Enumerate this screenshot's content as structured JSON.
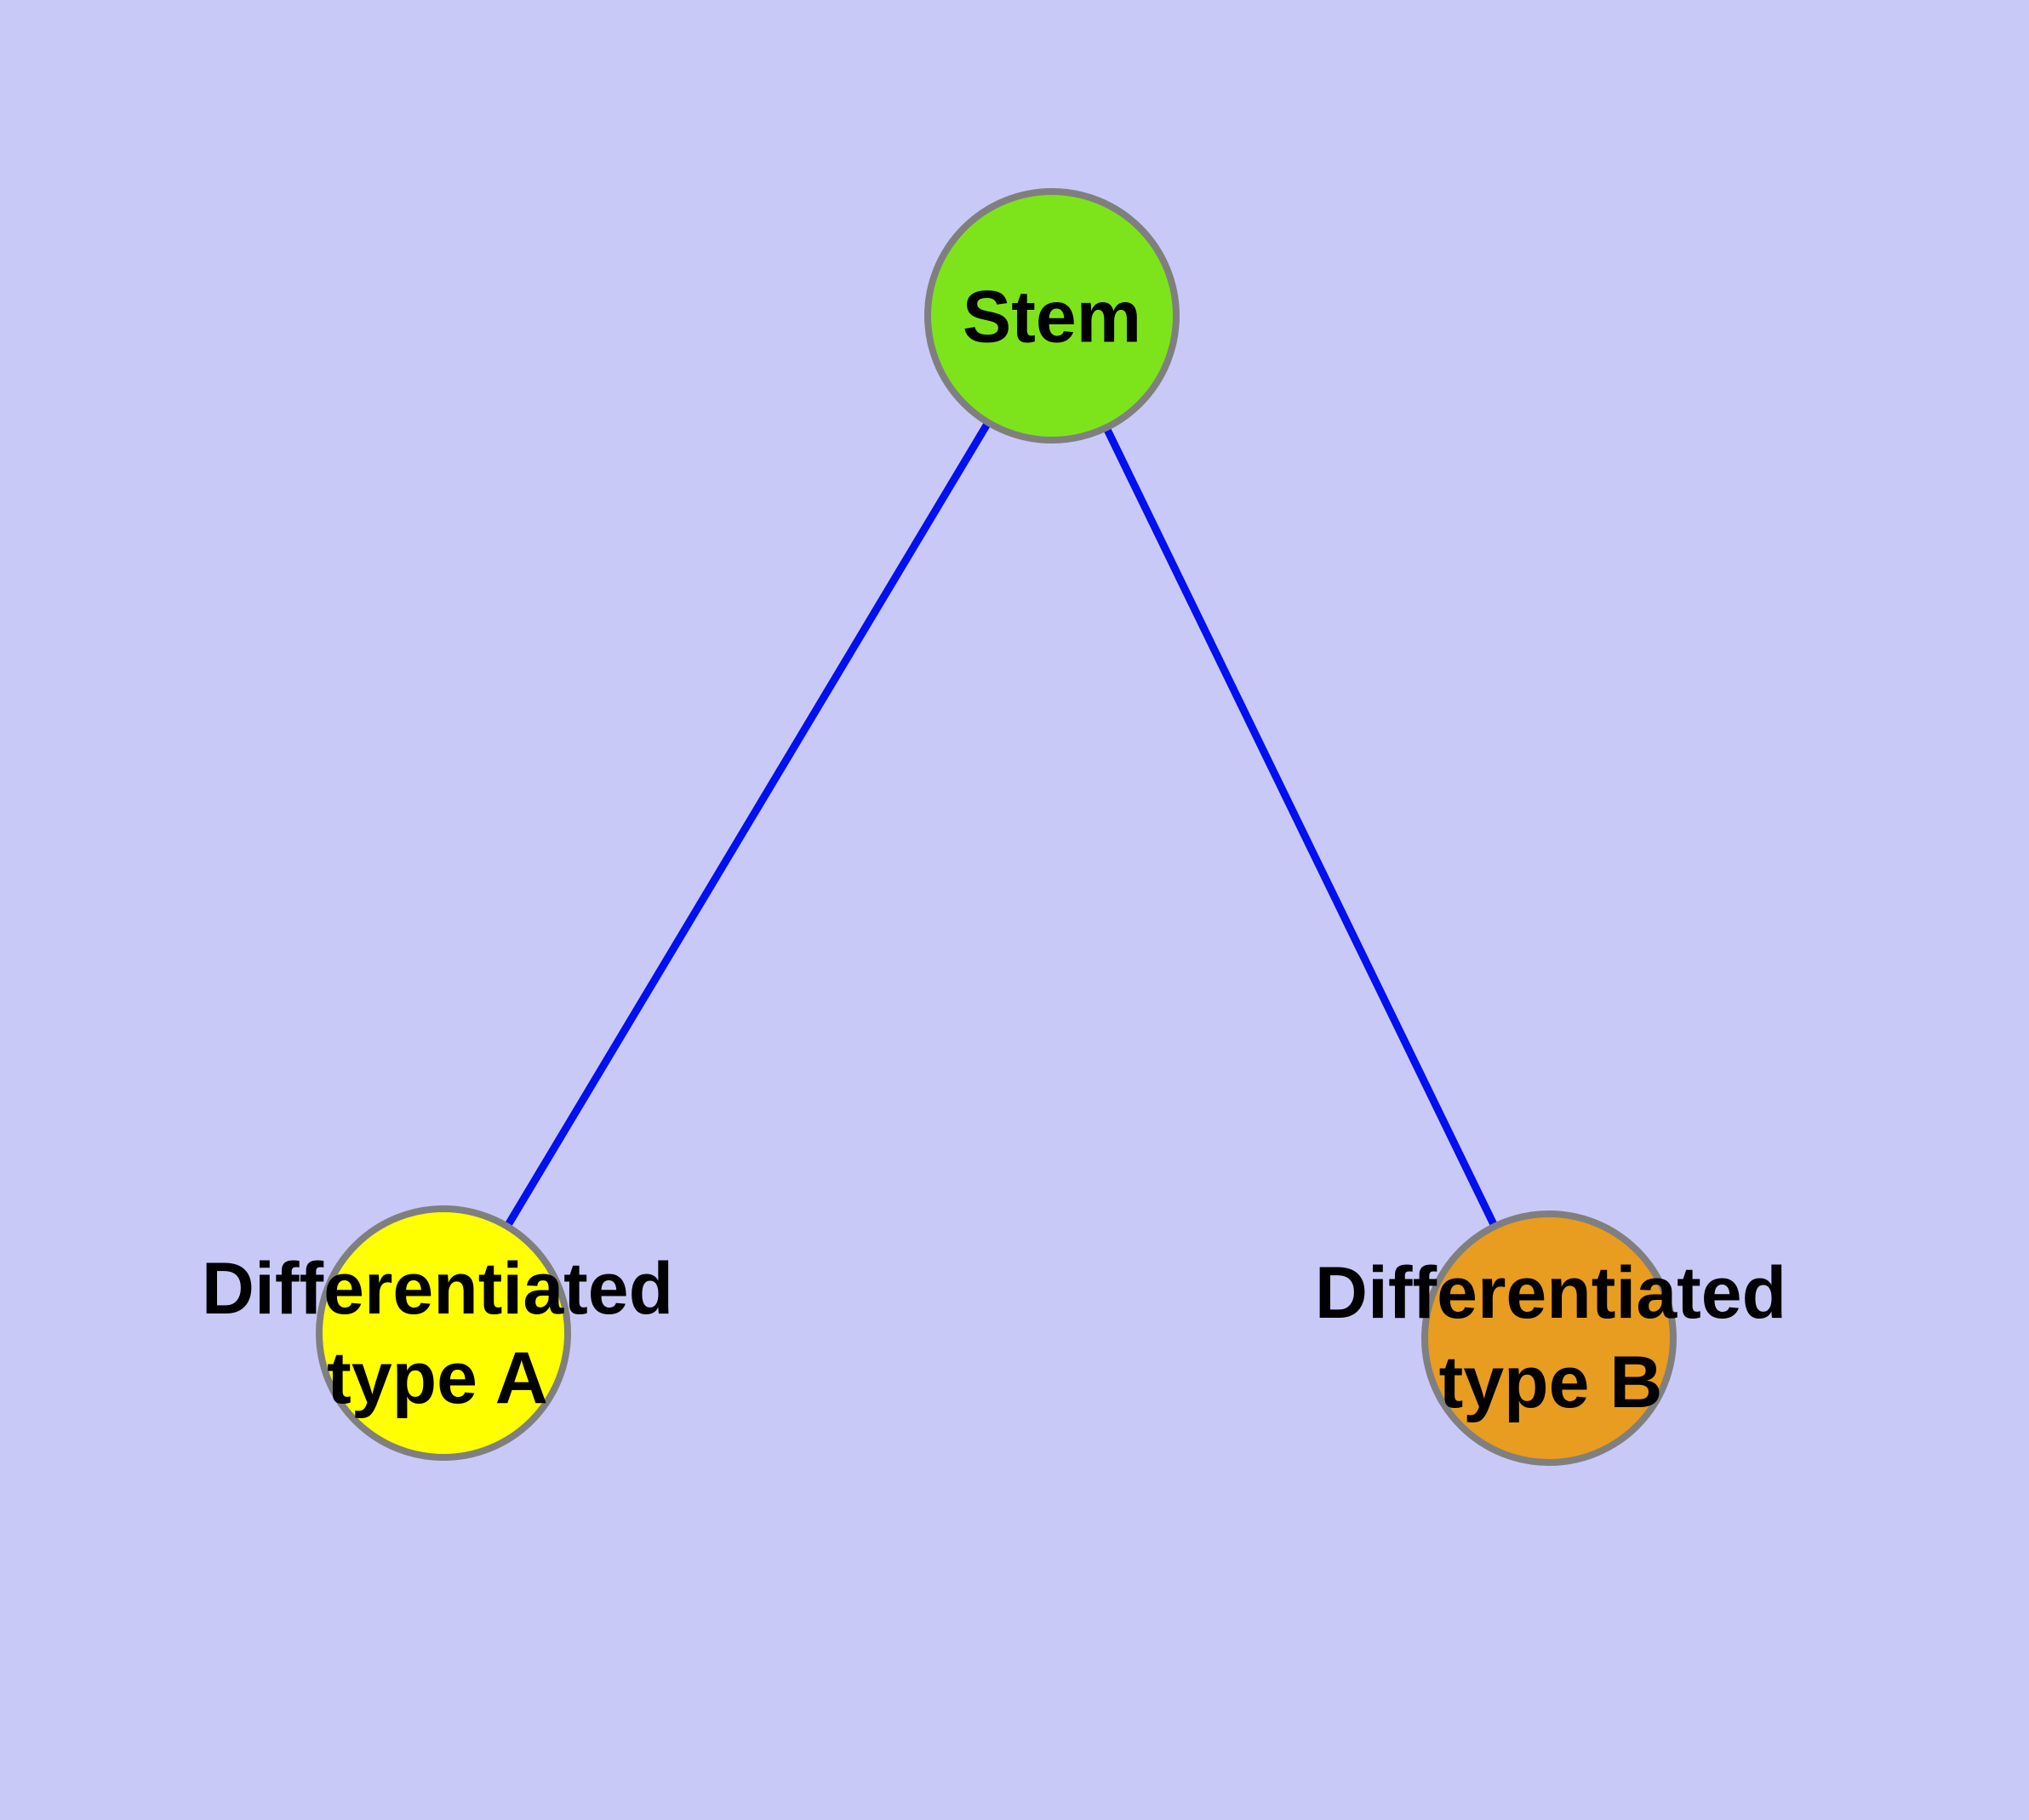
{
  "diagram": {
    "background_color": "#c9c9f8",
    "edge_color": "#0010ee",
    "node_border_color": "#7f7f7f",
    "label_color": "#000000",
    "nodes": {
      "stem": {
        "label": "Stem",
        "fill_color": "#7de41b"
      },
      "type_a": {
        "label_line1": "Differentiated",
        "label_line2": "type A",
        "fill_color": "#ffff00"
      },
      "type_b": {
        "label_line1": "Differentiated",
        "label_line2": "type B",
        "fill_color": "#e89c20"
      }
    },
    "edges": [
      {
        "from": "Stem",
        "to": "Differentiated type A"
      },
      {
        "from": "Stem",
        "to": "Differentiated type B"
      }
    ]
  }
}
